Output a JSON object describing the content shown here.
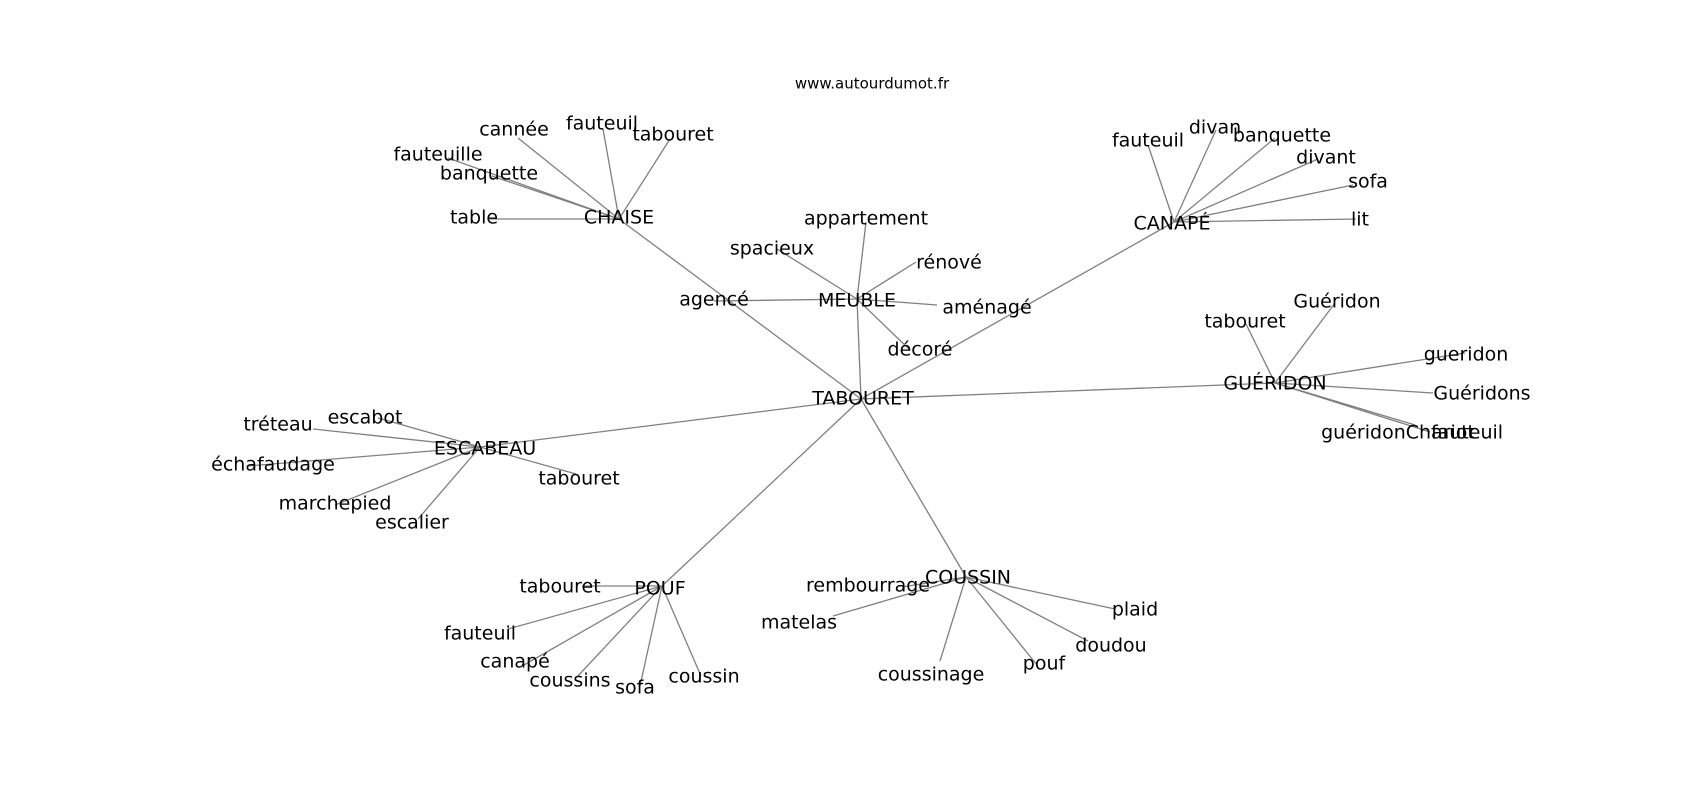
{
  "source_label": "www.autourdumot.fr",
  "graph": {
    "center": "TABOURET",
    "clusters": [
      {
        "hub": "MEUBLE",
        "leaves": [
          "appartement",
          "spacieux",
          "rénové",
          "agencé",
          "aménagé",
          "décoré"
        ]
      },
      {
        "hub": "CHAISE",
        "leaves": [
          "cannée",
          "fauteuil",
          "tabouret",
          "fauteuille",
          "banquette",
          "table"
        ]
      },
      {
        "hub": "CANAPÉ",
        "leaves": [
          "fauteuil",
          "divan",
          "banquette",
          "divant",
          "sofa",
          "lit"
        ]
      },
      {
        "hub": "GUÉRIDON",
        "leaves": [
          "Guéridon",
          "tabouret",
          "gueridon",
          "Guéridons",
          "guéridonChariot",
          "fauteuil"
        ]
      },
      {
        "hub": "ESCABEAU",
        "leaves": [
          "escabot",
          "tréteau",
          "échafaudage",
          "tabouret",
          "marchepied",
          "escalier"
        ]
      },
      {
        "hub": "POUF",
        "leaves": [
          "tabouret",
          "fauteuil",
          "canapé",
          "coussins",
          "sofa",
          "coussin"
        ]
      },
      {
        "hub": "COUSSIN",
        "leaves": [
          "rembourrage",
          "matelas",
          "coussinage",
          "pouf",
          "doudou",
          "plaid"
        ]
      }
    ]
  }
}
